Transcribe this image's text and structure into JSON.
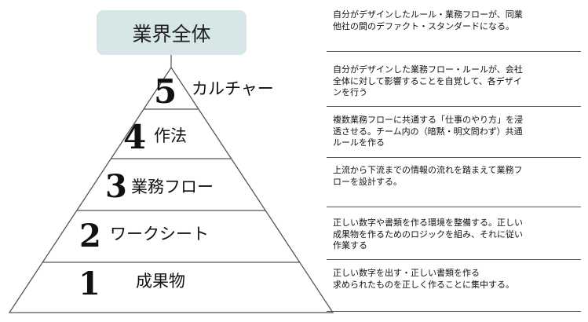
{
  "top": {
    "label": "業界全体"
  },
  "levels": [
    {
      "number": "5",
      "name": "カルチャー",
      "description": "自分がデザインした業務フロー・ルールが、会社\n全体に対して影響することを自覚して、各デザイ\nンを行う"
    },
    {
      "number": "4",
      "name": "作法",
      "description": "複数業務フローに共通する「仕事のやり方」を浸\n透させる。チーム内の（暗黙・明文問わず）共通\nルールを作る"
    },
    {
      "number": "3",
      "name": "業務フロー",
      "description": "上流から下流までの情報の流れを踏まえて業務フ\nローを設計する。"
    },
    {
      "number": "2",
      "name": "ワークシート",
      "description": "正しい数字や書類を作る環境を整備する。正しい\n成果物を作るためのロジックを組み、それに従い\n作業する"
    },
    {
      "number": "1",
      "name": "成果物",
      "description": "正しい数字を出す・正しい書類を作る\n求められたものを正しく作ることに集中する。"
    }
  ],
  "top_description": "自分がデザインしたルール・業務フローが、同業\n他社の間のデファクト・スタンダードになる。",
  "colors": {
    "top_box": "#d7e6e6",
    "outline": "#555555",
    "text": "#111111"
  }
}
